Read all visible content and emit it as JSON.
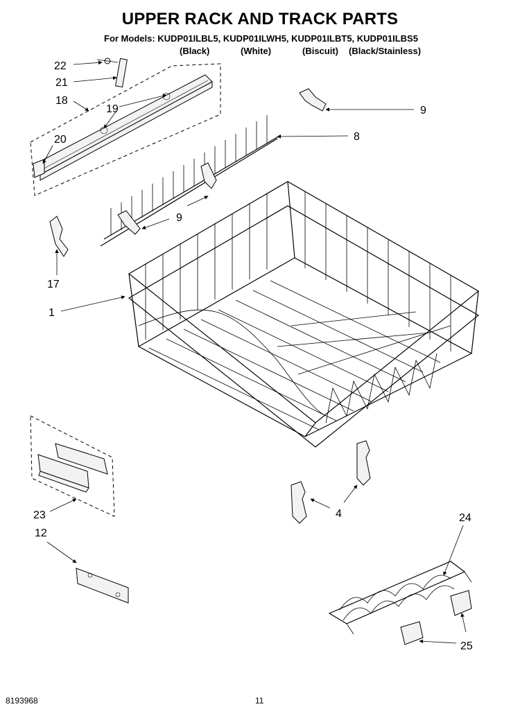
{
  "header": {
    "title": "UPPER RACK AND TRACK PARTS",
    "models": "For Models: KUDP01ILBL5, KUDP01ILWH5, KUDP01ILBT5, KUDP01ILBS5",
    "colors": [
      "(Black)",
      "(White)",
      "(Biscuit)",
      "(Black/Stainless)"
    ]
  },
  "callouts": {
    "c22": "22",
    "c21": "21",
    "c18": "18",
    "c19": "19",
    "c20": "20",
    "c9a": "9",
    "c8": "8",
    "c9b": "9",
    "c17": "17",
    "c1": "1",
    "c23": "23",
    "c12": "12",
    "c4": "4",
    "c24": "24",
    "c25": "25"
  },
  "footer": {
    "doc_number": "8193968",
    "page_number": "11"
  }
}
